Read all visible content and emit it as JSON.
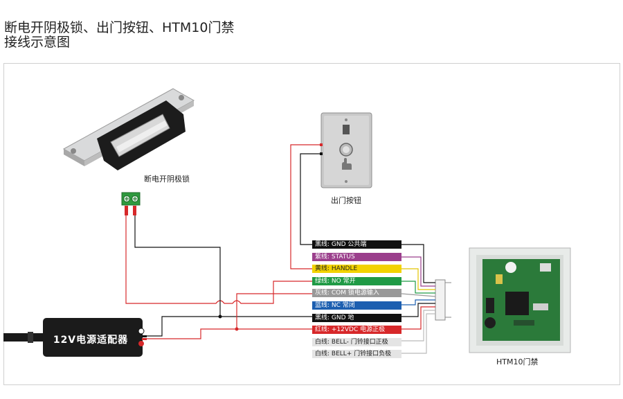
{
  "title": {
    "line1": "断电开阴极锁、出门按钮、HTM10门禁",
    "line2": "接线示意图"
  },
  "components": {
    "lock_label": "断电开阴极锁",
    "button_label": "出门按钮",
    "controller_label": "HTM10门禁",
    "adapter_label": "12V电源适配器"
  },
  "wires": [
    {
      "label": "黑线: GND 公共端",
      "bg": "#111111",
      "fg": "#ffffff"
    },
    {
      "label": "紫线: STATUS",
      "bg": "#9b3f8c",
      "fg": "#ffffff"
    },
    {
      "label": "黄线: HANDLE",
      "bg": "#f2d200",
      "fg": "#222222"
    },
    {
      "label": "绿线: NO 常开",
      "bg": "#1f9a45",
      "fg": "#ffffff"
    },
    {
      "label": "灰线: COM 锁电源输入",
      "bg": "#999999",
      "fg": "#ffffff"
    },
    {
      "label": "蓝线: NC 常闭",
      "bg": "#1c5fb0",
      "fg": "#ffffff"
    },
    {
      "label": "黑线: GND 地",
      "bg": "#111111",
      "fg": "#ffffff"
    },
    {
      "label": "红线: +12VDC 电源正极",
      "bg": "#d7282a",
      "fg": "#ffffff"
    },
    {
      "label": "白线: BELL- 门铃接口正极",
      "bg": "#e4e4e4",
      "fg": "#222222"
    },
    {
      "label": "白线: BELL+ 门铃接口负极",
      "bg": "#e4e4e4",
      "fg": "#222222"
    }
  ],
  "colors": {
    "red": "#d7282a",
    "black": "#111111",
    "terminal_green": "#2e9a3e"
  }
}
